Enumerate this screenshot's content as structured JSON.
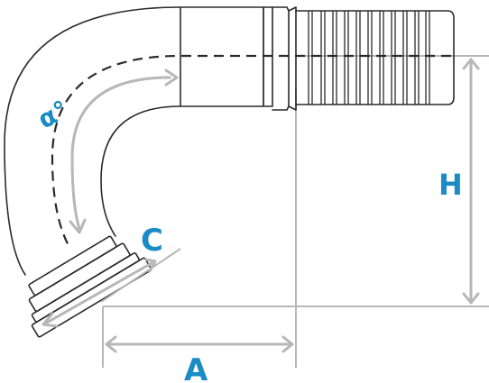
{
  "labels": {
    "angle": "α°",
    "collar": "C",
    "height": "H",
    "offset": "A"
  },
  "colors": {
    "accent": "#1a8bc4",
    "outline": "#2a2a2a",
    "dimension": "#b7b7b7"
  }
}
